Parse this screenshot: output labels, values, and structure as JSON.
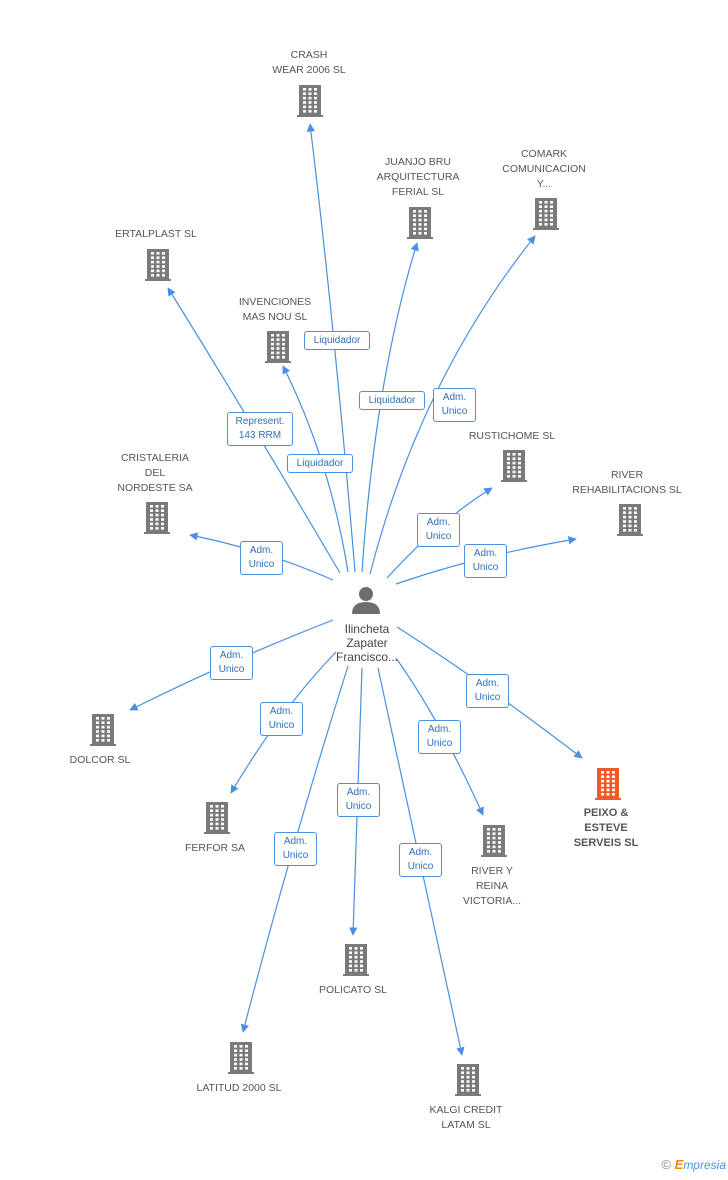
{
  "center": {
    "name": "Ilincheta\nZapater\nFrancisco..."
  },
  "companies": [
    {
      "id": "crash",
      "name": "CRASH\nWEAR 2006 SL"
    },
    {
      "id": "juanjo",
      "name": "JUANJO BRU\nARQUITECTURA\nFERIAL SL"
    },
    {
      "id": "comark",
      "name": "COMARK\nCOMUNICACION\nY..."
    },
    {
      "id": "ertalplast",
      "name": "ERTALPLAST SL"
    },
    {
      "id": "invenciones",
      "name": "INVENCIONES\nMAS NOU SL"
    },
    {
      "id": "rustichome",
      "name": "RUSTICHOME SL"
    },
    {
      "id": "cristaleria",
      "name": "CRISTALERIA\nDEL\nNORDESTE SA"
    },
    {
      "id": "river_rehab",
      "name": "RIVER\nREHABILITACIONS SL"
    },
    {
      "id": "dolcor",
      "name": "DOLCOR SL"
    },
    {
      "id": "peixo",
      "name": "PEIXO &\nESTEVE\nSERVEIS SL",
      "highlight": true
    },
    {
      "id": "ferfor",
      "name": "FERFOR SA"
    },
    {
      "id": "river_reina",
      "name": "RIVER Y\nREINA\nVICTORIA..."
    },
    {
      "id": "policato",
      "name": "POLICATO SL"
    },
    {
      "id": "latitud",
      "name": "LATITUD 2000 SL"
    },
    {
      "id": "kalgi",
      "name": "KALGI CREDIT\nLATAM  SL"
    }
  ],
  "edges": [
    {
      "to": "crash",
      "role": "Liquidador"
    },
    {
      "to": "juanjo",
      "role": "Liquidador"
    },
    {
      "to": "comark",
      "role": "Adm.\nUnico"
    },
    {
      "to": "ertalplast",
      "role": "Represent.\n143 RRM"
    },
    {
      "to": "invenciones",
      "role": "Liquidador"
    },
    {
      "to": "rustichome",
      "role": "Adm.\nUnico"
    },
    {
      "to": "cristaleria",
      "role": "Adm.\nUnico"
    },
    {
      "to": "river_rehab",
      "role": "Adm.\nUnico"
    },
    {
      "to": "dolcor",
      "role": "Adm.\nUnico"
    },
    {
      "to": "peixo",
      "role": "Adm.\nUnico"
    },
    {
      "to": "ferfor",
      "role": "Adm.\nUnico"
    },
    {
      "to": "river_reina",
      "role": "Adm.\nUnico"
    },
    {
      "to": "policato",
      "role": "Adm.\nUnico"
    },
    {
      "to": "latitud",
      "role": "Adm.\nUnico"
    },
    {
      "to": "kalgi",
      "role": "Adm.\nUnico"
    }
  ],
  "colors": {
    "edge": "#4a90e2",
    "building": "#7a7a7a",
    "building_highlight": "#f05a28",
    "person": "#6d6d6d"
  },
  "footer": {
    "copyright": "©",
    "brand": "mpresia",
    "brand_initial": "E"
  }
}
